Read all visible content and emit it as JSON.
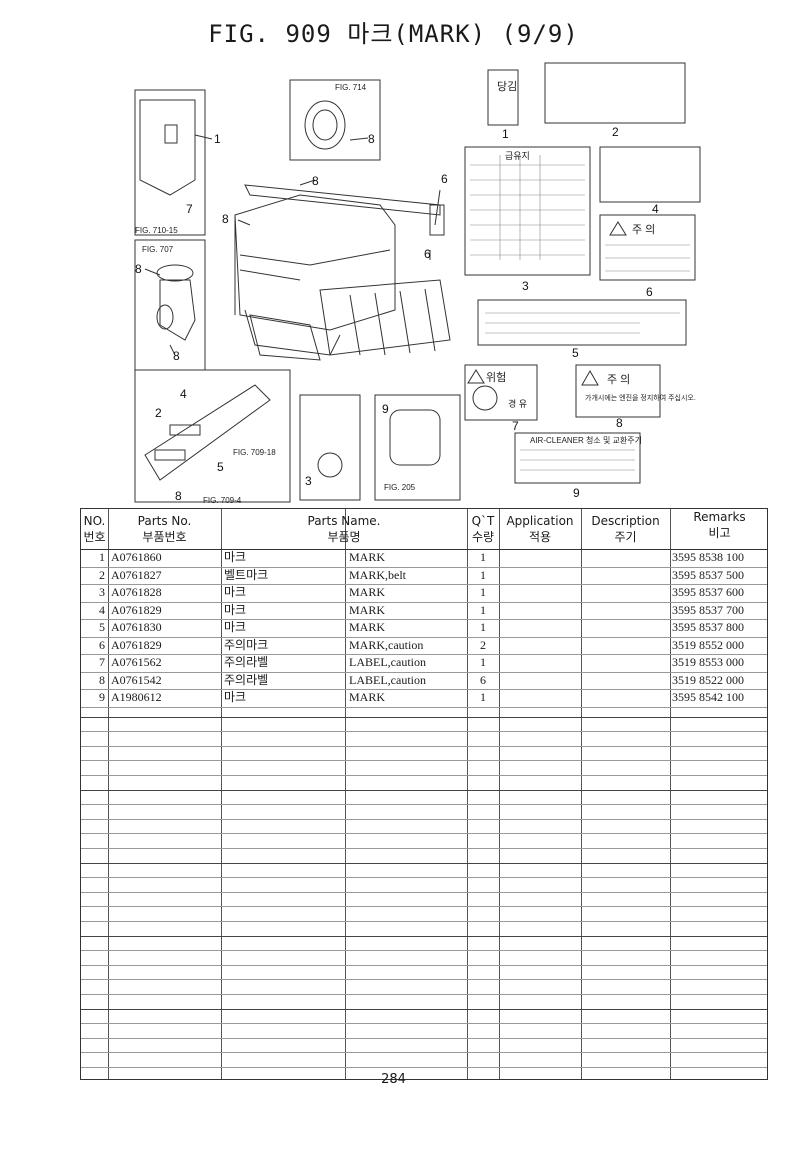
{
  "title": "FIG. 909 마크(MARK) (9/9)",
  "page_number": "284",
  "diagram": {
    "fig_refs": [
      "FIG. 714",
      "FIG. 710-15",
      "FIG. 707",
      "FIG. 709-18",
      "FIG. 709-4",
      "FIG. 205"
    ],
    "label_texts": {
      "l1": "당김",
      "l6_title": "주 의",
      "l7_title": "위험",
      "l8_title": "주 의",
      "l9_title": "AIR-CLEANER 청소 및 교환주기",
      "l3_title": "급유지",
      "l7_side": "경 유",
      "l8_body": "가개시에는 엔진을 정지하여 주십시오."
    },
    "callouts": [
      "1",
      "2",
      "3",
      "4",
      "5",
      "6",
      "7",
      "8",
      "9"
    ]
  },
  "table": {
    "headers": {
      "no": [
        "NO.",
        "번호"
      ],
      "parts_no": [
        "Parts No.",
        "부품번호"
      ],
      "parts_name": [
        "Parts Name.",
        "부품명"
      ],
      "qty": [
        "Q`T",
        "수량"
      ],
      "application": [
        "Application",
        "적용"
      ],
      "description": [
        "Description",
        "주기"
      ],
      "remarks": [
        "Remarks",
        "비고"
      ]
    },
    "rows": [
      {
        "no": "1",
        "parts_no": "A0761860",
        "name_kr": "마크",
        "name_en": "MARK",
        "qty": "1",
        "remarks": "3595  8538  100"
      },
      {
        "no": "2",
        "parts_no": "A0761827",
        "name_kr": "벨트마크",
        "name_en": "MARK,belt",
        "qty": "1",
        "remarks": "3595  8537  500"
      },
      {
        "no": "3",
        "parts_no": "A0761828",
        "name_kr": "마크",
        "name_en": "MARK",
        "qty": "1",
        "remarks": "3595  8537  600"
      },
      {
        "no": "4",
        "parts_no": "A0761829",
        "name_kr": "마크",
        "name_en": "MARK",
        "qty": "1",
        "remarks": "3595  8537  700"
      },
      {
        "no": "5",
        "parts_no": "A0761830",
        "name_kr": "마크",
        "name_en": "MARK",
        "qty": "1",
        "remarks": "3595  8537  800"
      },
      {
        "no": "6",
        "parts_no": "A0761829",
        "name_kr": "주의마크",
        "name_en": "MARK,caution",
        "qty": "2",
        "remarks": "3519  8552  000"
      },
      {
        "no": "7",
        "parts_no": "A0761562",
        "name_kr": "주의라벨",
        "name_en": "LABEL,caution",
        "qty": "1",
        "remarks": "3519  8553  000"
      },
      {
        "no": "8",
        "parts_no": "A0761542",
        "name_kr": "주의라벨",
        "name_en": "LABEL,caution",
        "qty": "6",
        "remarks": "3519  8522  000"
      },
      {
        "no": "9",
        "parts_no": "A1980612",
        "name_kr": "마크",
        "name_en": "MARK",
        "qty": "1",
        "remarks": "3595  8542  100"
      }
    ]
  }
}
